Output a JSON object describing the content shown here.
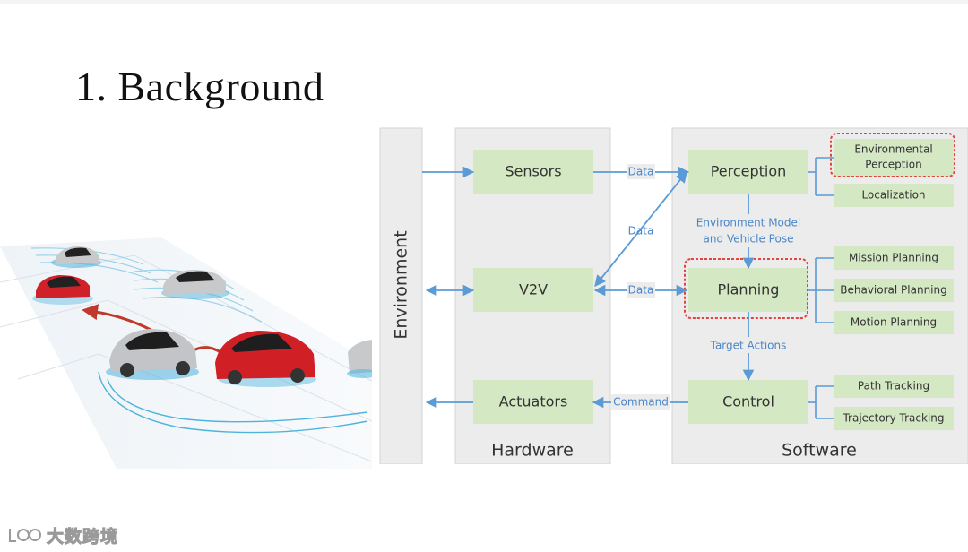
{
  "slide": {
    "title": "1. Background"
  },
  "diagram": {
    "columns": {
      "environment": "Environment",
      "hardware": "Hardware",
      "software": "Software"
    },
    "hardware_blocks": {
      "sensors": "Sensors",
      "v2v": "V2V",
      "actuators": "Actuators"
    },
    "software_blocks": {
      "perception": "Perception",
      "planning": "Planning",
      "control": "Control"
    },
    "submodules": {
      "env_perception_line1": "Environmental",
      "env_perception_line2": "Perception",
      "localization": "Localization",
      "mission_planning": "Mission Planning",
      "behavioral_planning": "Behavioral Planning",
      "motion_planning": "Motion Planning",
      "path_tracking": "Path Tracking",
      "trajectory_tracking": "Trajectory Tracking"
    },
    "edge_labels": {
      "sensors_to_perception": "Data",
      "v2v_to_perception": "Data",
      "v2v_to_planning": "Data",
      "control_to_actuators": "Command",
      "perception_to_planning_line1": "Environment Model",
      "perception_to_planning_line2": "and Vehicle Pose",
      "planning_to_control": "Target Actions"
    },
    "colors": {
      "column_fill": "#ececec",
      "block_fill": "#d5e8c4",
      "arrow": "#5b9bd5",
      "label": "#4a86c8",
      "highlight": "#e0463c"
    }
  },
  "watermark": {
    "text": "大数跨境"
  }
}
